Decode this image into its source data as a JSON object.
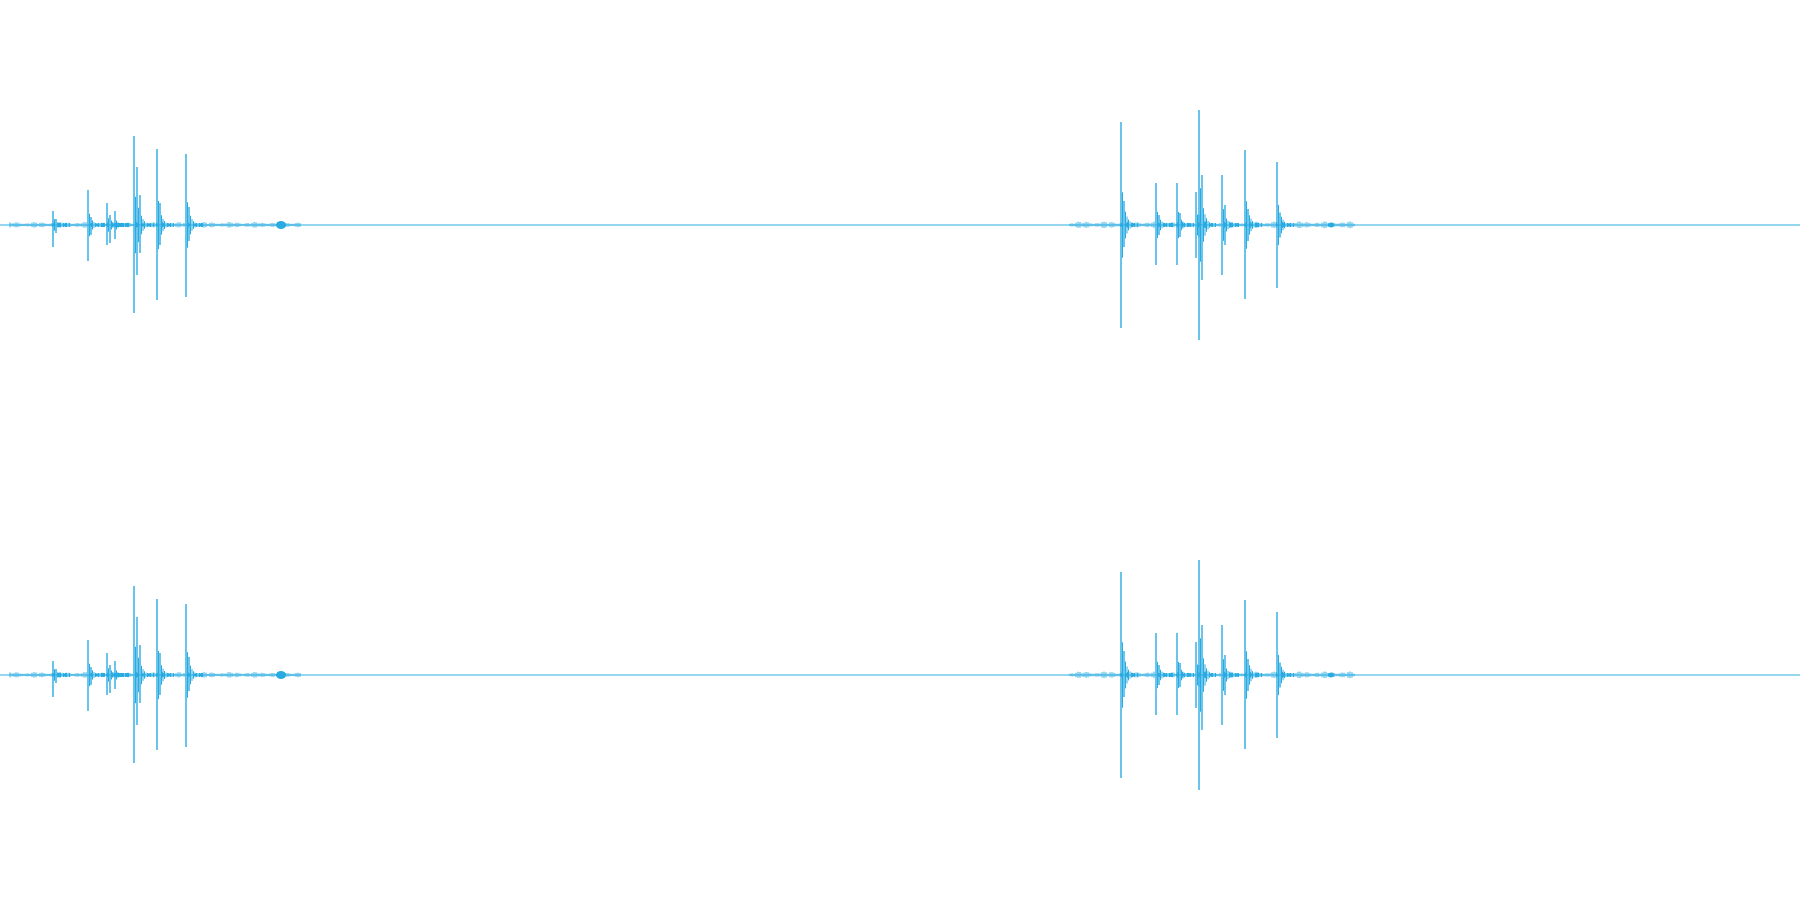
{
  "view": {
    "type": "stereo-waveform",
    "channels": [
      "left",
      "right"
    ],
    "sound_events": 2
  },
  "colors": {
    "background": "#ffffff",
    "waveform": "#29abe2"
  }
}
